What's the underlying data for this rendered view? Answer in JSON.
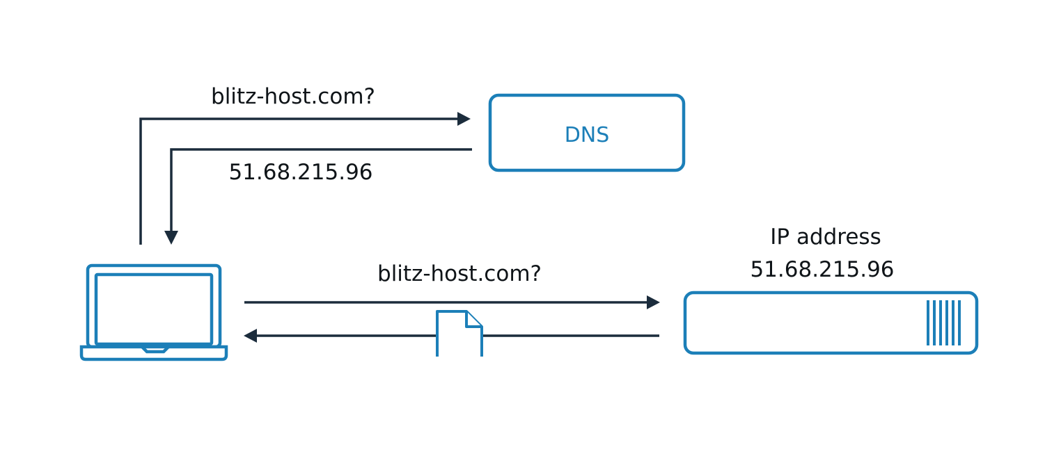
{
  "labels": {
    "dns_query": "blitz-host.com?",
    "dns_response": "51.68.215.96",
    "dns_server": "DNS",
    "server_caption": "IP address",
    "server_ip": "51.68.215.96",
    "web_request": "blitz-host.com?"
  },
  "icons": {
    "client": "laptop-icon",
    "server": "server-icon",
    "payload": "document-icon"
  },
  "colors": {
    "accent": "#1c7fb8",
    "arrow": "#1b2c3c",
    "text": "#0f1418",
    "background": "#ffffff"
  }
}
